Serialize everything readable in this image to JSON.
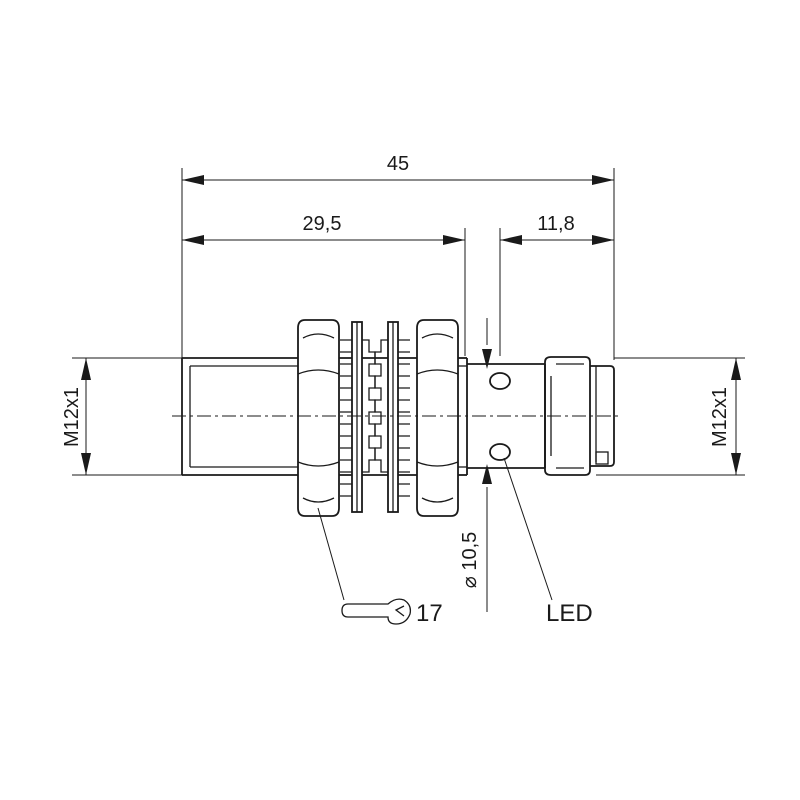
{
  "dimensions": {
    "overall_length": "45",
    "thread_length": "29,5",
    "connector_length": "11,8",
    "thread_left": "M12x1",
    "thread_right": "M12x1",
    "diameter": "⌀ 10,5"
  },
  "labels": {
    "led": "LED",
    "wrench_size": "17"
  },
  "icons": {
    "wrench": "wrench-icon"
  }
}
